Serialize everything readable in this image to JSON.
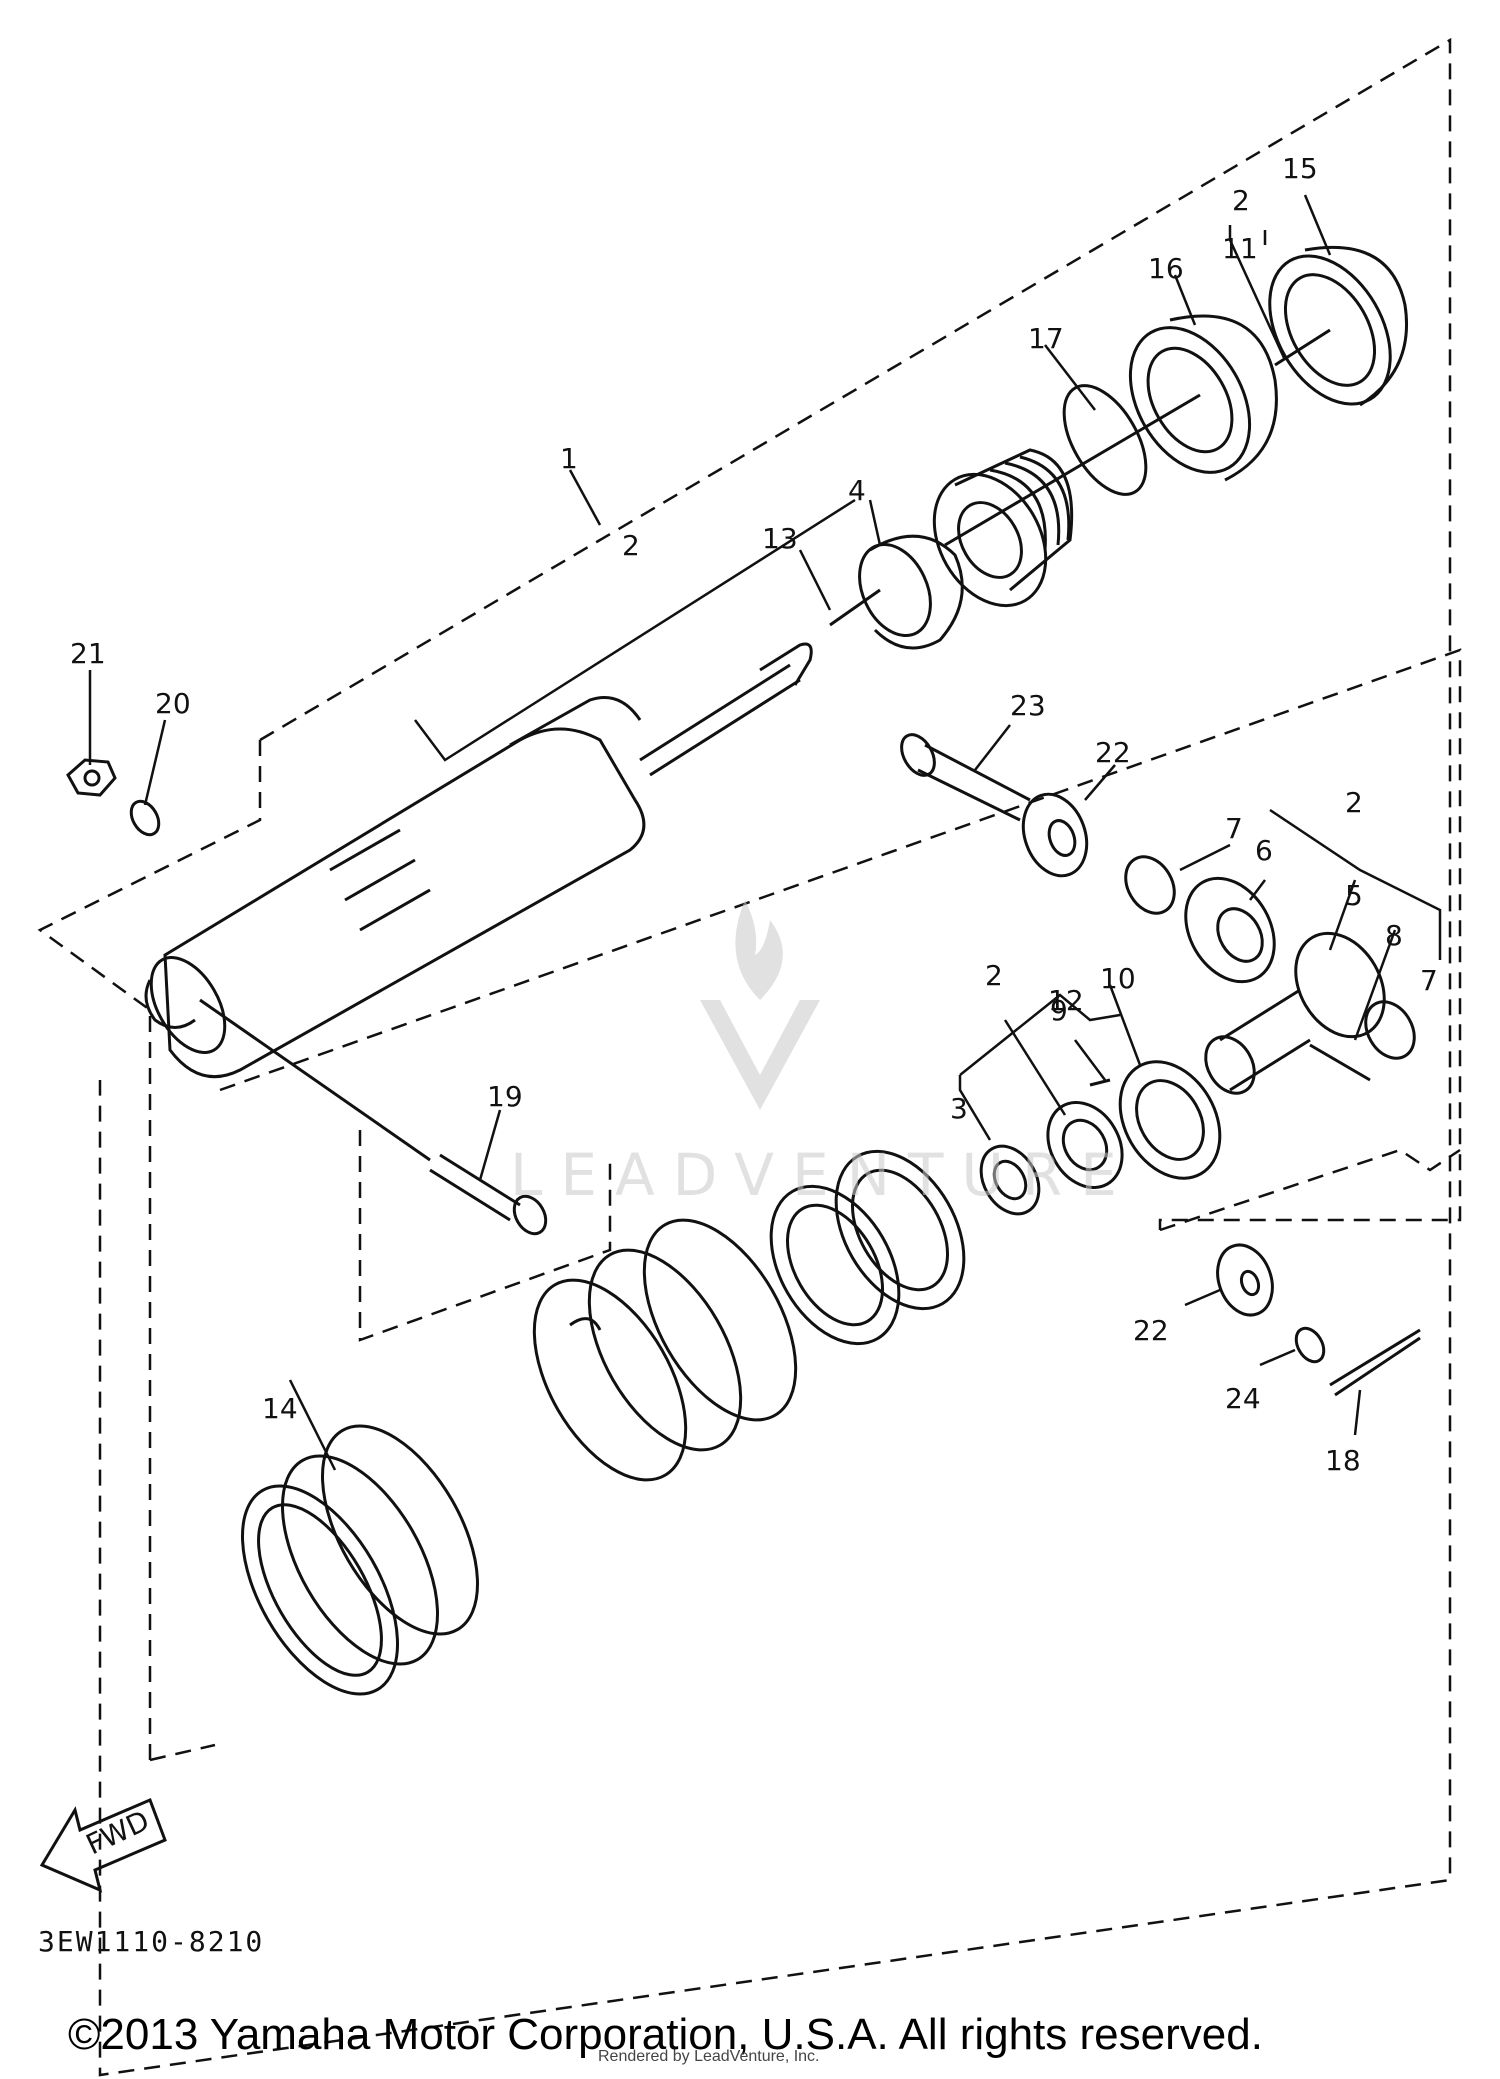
{
  "diagram": {
    "callouts": {
      "c1": "1",
      "c2a": "2",
      "c2b": "2",
      "c2c": "2",
      "c2d": "2",
      "c3": "3",
      "c4": "4",
      "c5": "5",
      "c6": "6",
      "c7a": "7",
      "c7b": "7",
      "c8": "8",
      "c9": "9",
      "c10": "10",
      "c11": "11",
      "c12": "12",
      "c13": "13",
      "c14": "14",
      "c15": "15",
      "c16": "16",
      "c17": "17",
      "c18": "18",
      "c19": "19",
      "c20": "20",
      "c21": "21",
      "c22a": "22",
      "c22b": "22",
      "c23": "23",
      "c24": "24"
    },
    "fwd_label": "FWD",
    "diagram_code": "3EW1110-8210",
    "watermark": "LEADVENTURE"
  },
  "footer": {
    "copyright": "©2013 Yamaha Motor Corporation, U.S.A. All rights reserved.",
    "rendered_by": "Rendered by LeadVenture, Inc."
  },
  "colors": {
    "line": "#111111",
    "watermark": "#c9c9c9"
  }
}
